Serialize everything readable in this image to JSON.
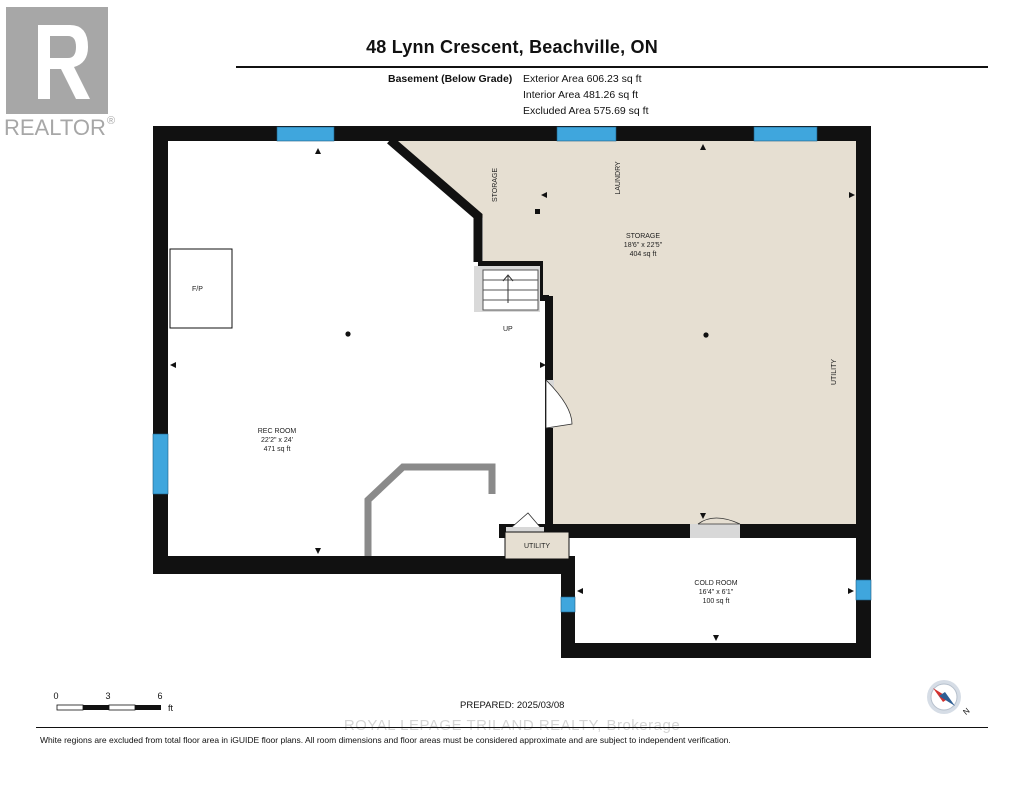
{
  "logo": {
    "text": "REALTOR",
    "mark": "®"
  },
  "title": "48 Lynn Crescent, Beachville, ON",
  "level": {
    "name": "Basement (Below Grade)",
    "areas": [
      "Exterior Area 606.23 sq ft",
      "Interior Area 481.26 sq ft",
      "Excluded Area 575.69 sq ft"
    ]
  },
  "rooms": {
    "rec_room": {
      "name": "REC ROOM",
      "dims": "22'2\" x 24'",
      "area": "471 sq ft"
    },
    "storage": {
      "name": "STORAGE",
      "dims": "18'6\" x 22'5\"",
      "area": "404 sq ft"
    },
    "cold_room": {
      "name": "COLD ROOM",
      "dims": "16'4\" x 6'1\"",
      "area": "100 sq ft"
    },
    "fireplace": "F/P",
    "stairs_label": "UP",
    "utility_closet": "UTILITY",
    "vertical_labels": {
      "storage": "STORAGE",
      "laundry": "LAUNDRY",
      "utility": "UTILITY"
    }
  },
  "scale": {
    "ticks": [
      "0",
      "3",
      "6"
    ],
    "unit": "ft"
  },
  "compass": {
    "label": "N"
  },
  "prepared": "PREPARED: 2025/03/08",
  "brokerage_watermark": "ROYAL LEPAGE TRILAND REALTY, Brokerage",
  "footer_note": "White regions are excluded from total floor area in iGUIDE floor plans. All room dimensions and floor areas must be considered approximate and are subject to independent verification.",
  "colors": {
    "wall": "#111111",
    "window": "#3fa6dd",
    "storage_fill": "#e6dfd2",
    "interior_wall": "#8a8a8a",
    "logo": "#a7a7a7"
  }
}
